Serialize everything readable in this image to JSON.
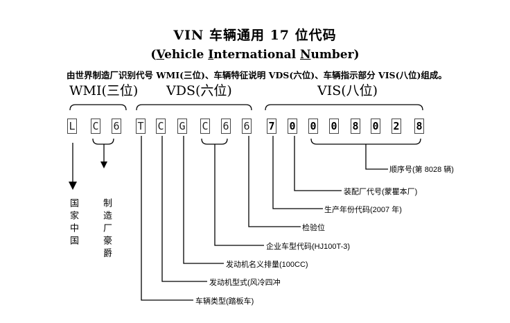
{
  "title": "VIN 车辆通用 17 位代码",
  "subtitle_parts": [
    "(",
    "V",
    "ehicle ",
    "I",
    "nternational ",
    "N",
    "umber)"
  ],
  "description": "由世界制造厂识别代号 WMI(三位)、车辆特征说明 VDS(六位)、车辆指示部分 VIS(八位)组成。",
  "segments": {
    "wmi": "WMI(三位)",
    "vds": "VDS(六位)",
    "vis": "VIS(八位)"
  },
  "vin_chars": [
    "L",
    "C",
    "6",
    "T",
    "C",
    "G",
    "C",
    "6",
    "6",
    "7",
    "0",
    "0",
    "0",
    "8",
    "0",
    "2",
    "8"
  ],
  "annotations": [
    "顺序号(第 8028 辆)",
    "装配厂代号(蒙瞿本厂)",
    "生产年份代码(2007 年)",
    "检验位",
    "企业车型代码(HJ100T-3)",
    "发动机名义排量(100CC)",
    "发动机型式(风冷四冲",
    "车辆类型(踏板车)"
  ],
  "left_vertical": "国家中国",
  "right_vertical": "制造厂豪爵"
}
